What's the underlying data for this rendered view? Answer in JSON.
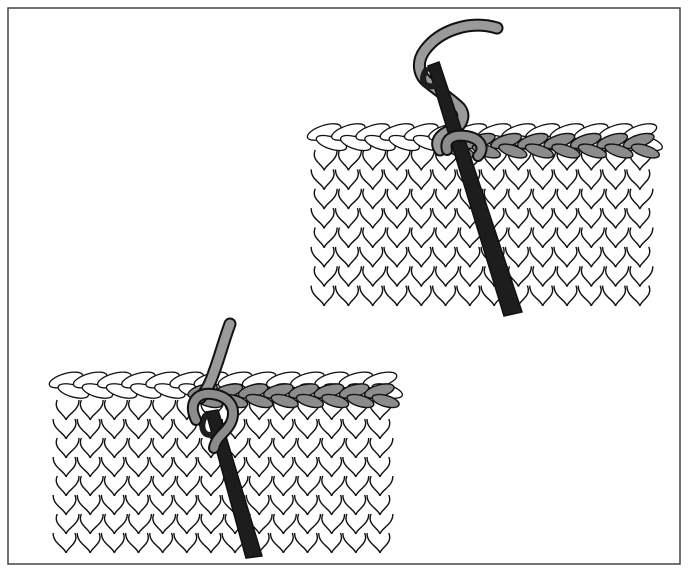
{
  "figure": {
    "panels": [
      {
        "name": "top-right",
        "stitch_columns": 14,
        "stitch_rows": 8,
        "edge_stitches": 14,
        "chain_stitches": 8
      },
      {
        "name": "bottom-left",
        "stitch_columns": 14,
        "stitch_rows": 8,
        "edge_stitches": 14,
        "chain_stitches": 8
      }
    ],
    "colors": {
      "line": "#111111",
      "knit_fill": "#ffffff",
      "chain_fill": "#8c8c8c",
      "hook": "#1d1d1d",
      "yarn_tail": "#9a9a9a",
      "frame_border": "#444444"
    }
  }
}
